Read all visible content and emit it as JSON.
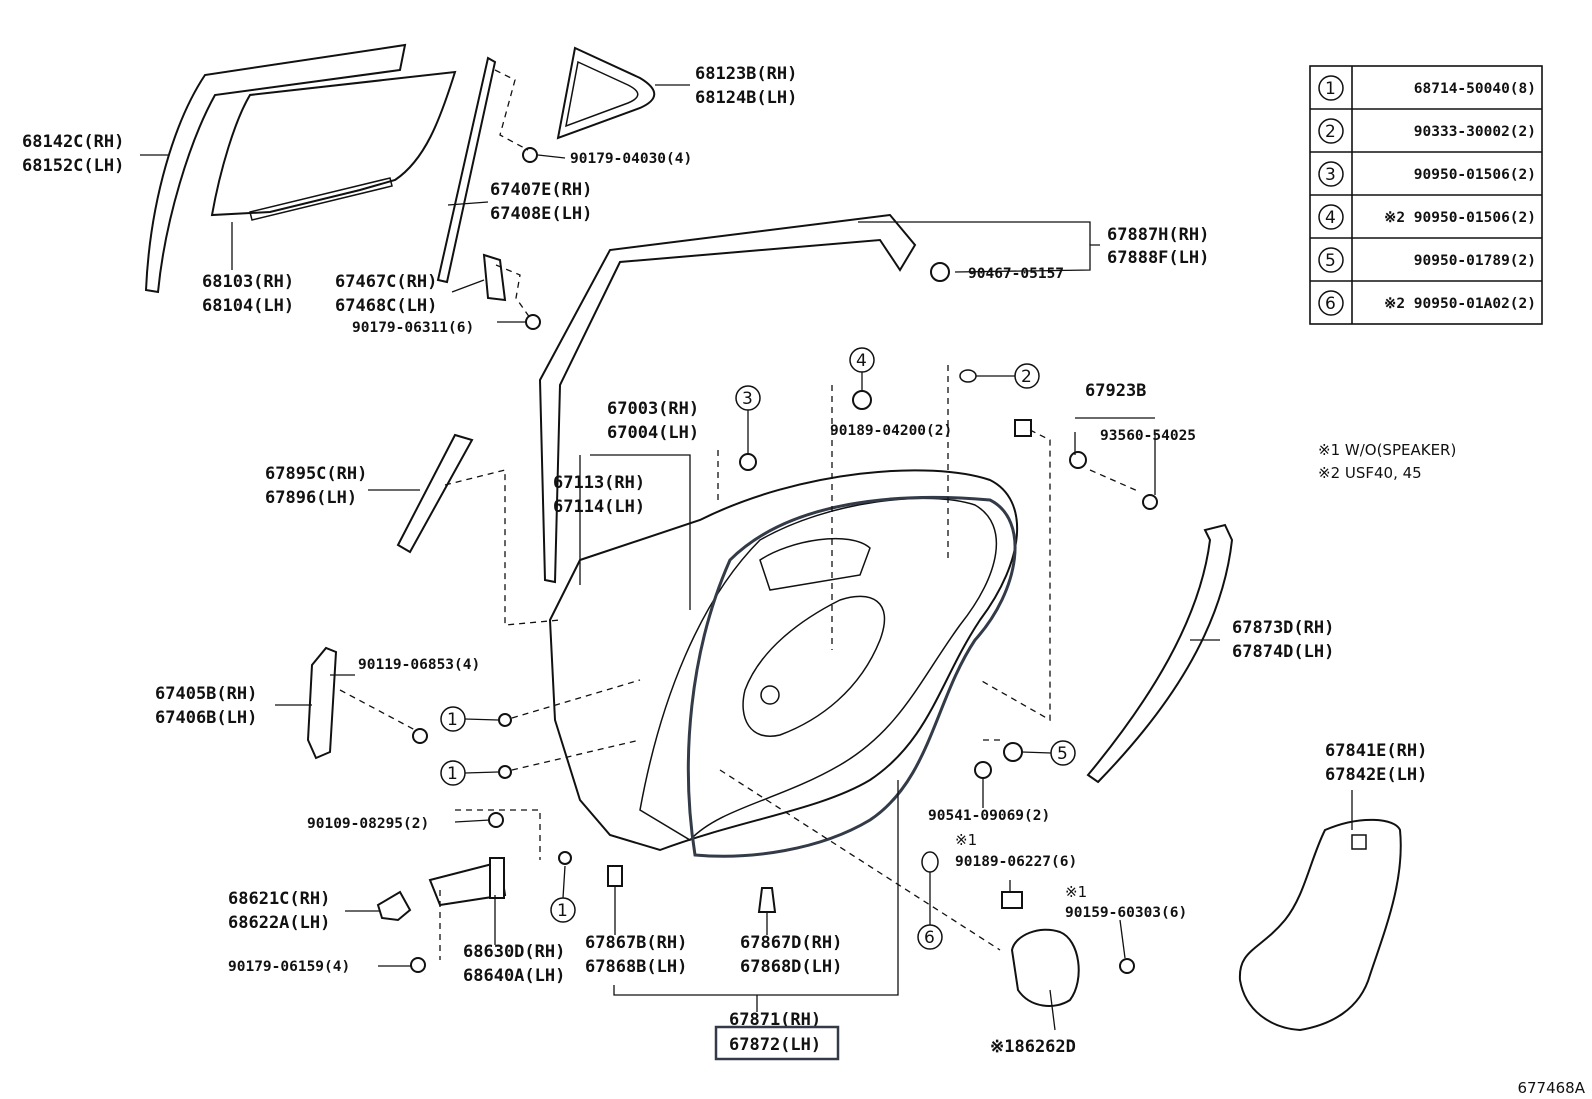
{
  "diagram_code": "677468A",
  "notes": {
    "n1": "※1 W/O(SPEAKER)",
    "n2": "※2 USF40, 45"
  },
  "legend": [
    {
      "n": "1",
      "part": "68714-50040(8)"
    },
    {
      "n": "2",
      "part": "90333-30002(2)"
    },
    {
      "n": "3",
      "part": "90950-01506(2)"
    },
    {
      "n": "4",
      "part": "※2 90950-01506(2)"
    },
    {
      "n": "5",
      "part": "90950-01789(2)"
    },
    {
      "n": "6",
      "part": "※2 90950-01A02(2)"
    }
  ],
  "labels": {
    "l68142": [
      "68142C(RH)",
      "68152C(LH)"
    ],
    "l68103": [
      "68103(RH)",
      "68104(LH)"
    ],
    "l68123": [
      "68123B(RH)",
      "68124B(LH)"
    ],
    "l90179_04030": "90179-04030(4)",
    "l67407": [
      "67407E(RH)",
      "67408E(LH)"
    ],
    "l67467": [
      "67467C(RH)",
      "67468C(LH)"
    ],
    "l90179_06311": "90179-06311(6)",
    "l67887": [
      "67887H(RH)",
      "67888F(LH)"
    ],
    "l90467": "90467-05157",
    "l67003": [
      "67003(RH)",
      "67004(LH)"
    ],
    "l67113": [
      "67113(RH)",
      "67114(LH)"
    ],
    "l67895": [
      "67895C(RH)",
      "67896(LH)"
    ],
    "l90189_04200": "90189-04200(2)",
    "l67923": "67923B",
    "l93560": "93560-54025",
    "l67873": [
      "67873D(RH)",
      "67874D(LH)"
    ],
    "l90119": "90119-06853(4)",
    "l67405": [
      "67405B(RH)",
      "67406B(LH)"
    ],
    "l90109": "90109-08295(2)",
    "l68621": [
      "68621C(RH)",
      "68622A(LH)"
    ],
    "l68630": [
      "68630D(RH)",
      "68640A(LH)"
    ],
    "l90179_06159": "90179-06159(4)",
    "l67867B": [
      "67867B(RH)",
      "67868B(LH)"
    ],
    "l67867D": [
      "67867D(RH)",
      "67868D(LH)"
    ],
    "l67871": [
      "67871(RH)",
      "67872(LH)"
    ],
    "l90541": "90541-09069(2)",
    "l90189_06227": [
      "※1",
      "90189-06227(6)"
    ],
    "l90159": [
      "※1",
      "90159-60303(6)"
    ],
    "l86262": "※186262D",
    "l67841": [
      "67841E(RH)",
      "67842E(LH)"
    ]
  }
}
